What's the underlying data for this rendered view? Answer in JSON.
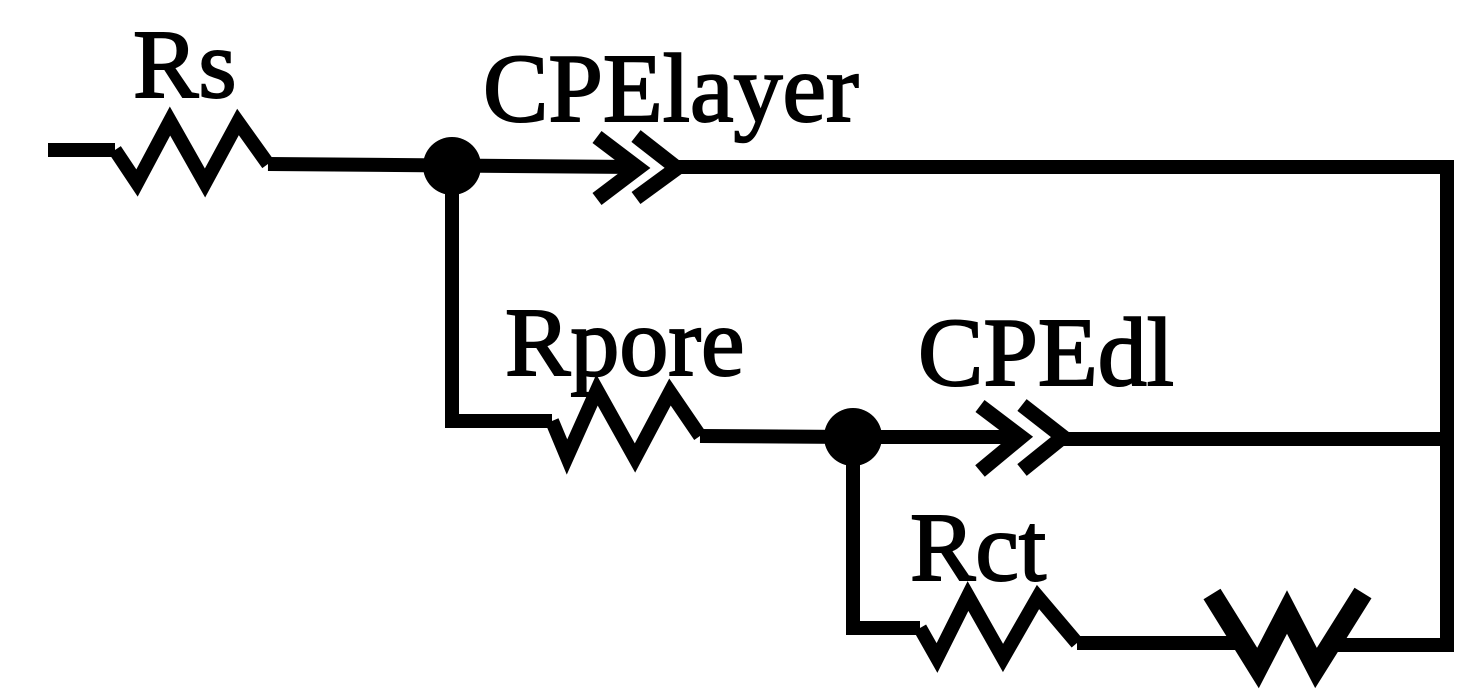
{
  "page": {
    "background": "#ffffff",
    "ink_color": "#000000"
  },
  "diagram": {
    "type": "equivalent-circuit-model",
    "labels": {
      "rs": "Rs",
      "cpe_layer": "CPElayer",
      "r_pore": "Rpore",
      "cpe_dl": "CPEdl",
      "r_ct": "Rct"
    },
    "components": [
      {
        "id": "rs",
        "label": "Rs",
        "symbol": "resistor-zigzag"
      },
      {
        "id": "cpe_layer",
        "label": "CPElayer",
        "symbol": "double-chevron-cpe"
      },
      {
        "id": "r_pore",
        "label": "Rpore",
        "symbol": "resistor-zigzag"
      },
      {
        "id": "cpe_dl",
        "label": "CPEdl",
        "symbol": "double-chevron-cpe"
      },
      {
        "id": "r_ct",
        "label": "Rct",
        "symbol": "resistor-zigzag"
      },
      {
        "id": "warburg",
        "label": "",
        "symbol": "warburg-W"
      }
    ],
    "topology": "Rs in series with [ CPElayer parallel ( Rpore in series with [ CPEdl parallel ( Rct in series with Warburg ) ] ) ]"
  }
}
